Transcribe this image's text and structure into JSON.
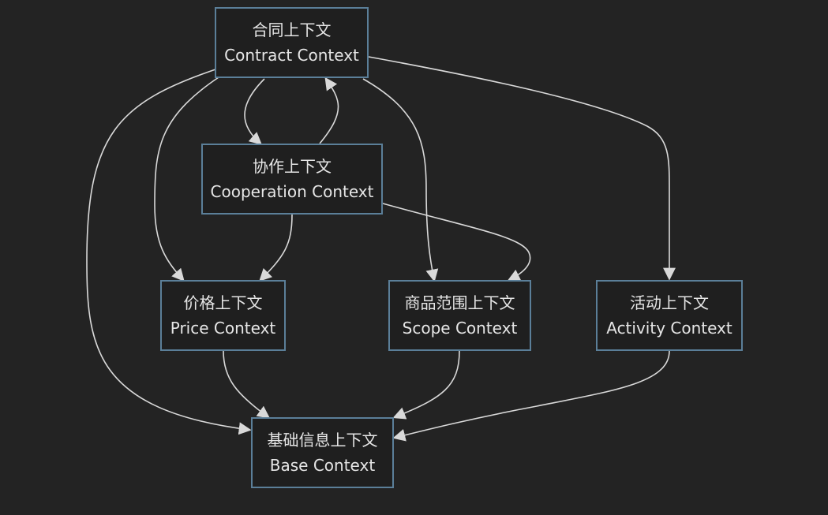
{
  "colors": {
    "background": "#232323",
    "node_fill": "#1f1f1f",
    "node_border": "#5b7f99",
    "text": "#e6e6e6",
    "edge": "#d9d9d9"
  },
  "nodes": {
    "contract": {
      "cn": "合同上下文",
      "en": "Contract Context"
    },
    "cooperation": {
      "cn": "协作上下文",
      "en": "Cooperation Context"
    },
    "price": {
      "cn": "价格上下文",
      "en": "Price Context"
    },
    "scope": {
      "cn": "商品范围上下文",
      "en": "Scope Context"
    },
    "activity": {
      "cn": "活动上下文",
      "en": "Activity Context"
    },
    "base": {
      "cn": "基础信息上下文",
      "en": "Base Context"
    }
  }
}
